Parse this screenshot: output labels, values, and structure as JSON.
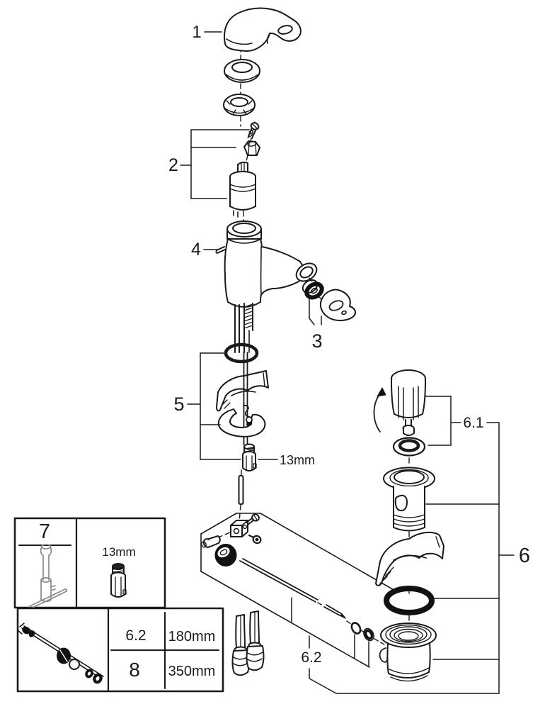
{
  "diagram": {
    "type": "exploded-parts-diagram",
    "subject": "single-lever bidet mixer with pop-up waste",
    "colors": {
      "line": "#1a1a1a",
      "black_fill": "#111111",
      "tool_gray": "#8a8a8a",
      "background": "#ffffff"
    },
    "labels": {
      "handle": "1",
      "cartridge_group": "2",
      "spray_outlet": "3",
      "body": "4",
      "mounting_group": "5",
      "drain_group": "6",
      "plug_group": "6.1",
      "rod_group": "6.2",
      "nut_size": "13mm"
    },
    "toolbox": {
      "number": "7",
      "socket_size": "13mm"
    },
    "size_table": {
      "rows": [
        {
          "ref": "6.2",
          "length": "180mm"
        },
        {
          "ref": "8",
          "length": "350mm"
        }
      ]
    }
  }
}
